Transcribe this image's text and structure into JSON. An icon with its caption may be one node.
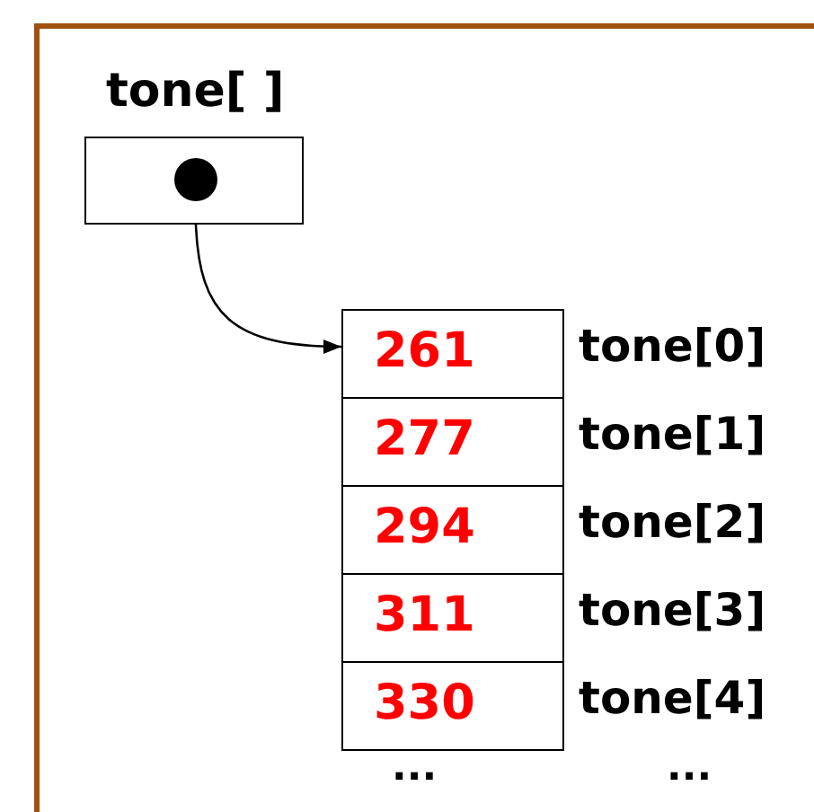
{
  "diagram": {
    "nodes": [
      {
        "text": [
          "tone[ ]"
        ]
      },
      {
        "text": [
          "261"
        ],
        "beside": [
          "tone[0]"
        ]
      },
      {
        "text": [
          "277"
        ],
        "beside": [
          "tone[1]"
        ]
      },
      {
        "text": [
          "294"
        ],
        "beside": [
          "tone[2]"
        ]
      },
      {
        "text": [
          "311"
        ],
        "beside": [
          "tone[3]"
        ]
      },
      {
        "text": [
          "330"
        ],
        "beside": [
          "tone[4]"
        ]
      }
    ],
    "edges": [
      {
        "from": 0,
        "to": 1,
        "arrow": "to"
      }
    ],
    "labels": [
      "...",
      "..."
    ]
  }
}
